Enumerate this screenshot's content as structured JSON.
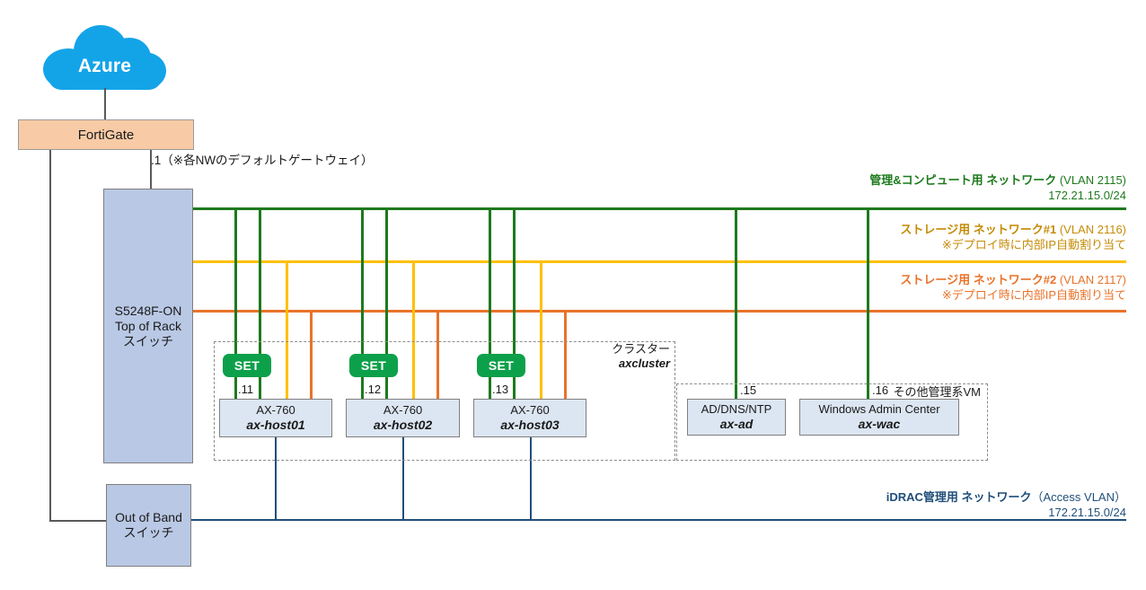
{
  "cloud": {
    "label": "Azure"
  },
  "firewall": {
    "label": "FortiGate",
    "gateway_note": ".1（※各NWのデフォルトゲートウェイ）"
  },
  "switches": [
    {
      "id": "tor",
      "lines": [
        "S5248F-ON",
        "Top of Rack",
        "スイッチ"
      ]
    },
    {
      "id": "oob",
      "lines": [
        "Out of Band",
        "スイッチ"
      ]
    }
  ],
  "networks": [
    {
      "id": "mgmt",
      "name": "管理&コンピュート用 ネットワーク",
      "vlan": " (VLAN 2115)",
      "subnet": "172.21.15.0/24",
      "color": "#1d7a1d"
    },
    {
      "id": "stor1",
      "name": "ストレージ用 ネットワーク#1",
      "vlan": " (VLAN 2116)",
      "subnet": "※デプロイ時に内部IP自動割り当て",
      "color": "#ffc000"
    },
    {
      "id": "stor2",
      "name": "ストレージ用 ネットワーク#2",
      "vlan": " (VLAN 2117)",
      "subnet": "※デプロイ時に内部IP自動割り当て",
      "color": "#e8732a"
    },
    {
      "id": "idrac",
      "name": "iDRAC管理用 ネットワーク",
      "vlan": "（Access VLAN）",
      "subnet": "172.21.15.0/24",
      "color": "#1f4e79"
    }
  ],
  "cluster": {
    "title": "クラスター",
    "name": "axcluster"
  },
  "vm_group": {
    "title": "その他管理系VM"
  },
  "set_badge_label": "SET",
  "hosts": [
    {
      "model": "AX-760",
      "name": "ax-host01",
      "ip": ".11"
    },
    {
      "model": "AX-760",
      "name": "ax-host02",
      "ip": ".12"
    },
    {
      "model": "AX-760",
      "name": "ax-host03",
      "ip": ".13"
    }
  ],
  "vms": [
    {
      "model": "AD/DNS/NTP",
      "name": "ax-ad",
      "ip": ".15"
    },
    {
      "model": "Windows Admin Center",
      "name": "ax-wac",
      "ip": ".16"
    }
  ]
}
